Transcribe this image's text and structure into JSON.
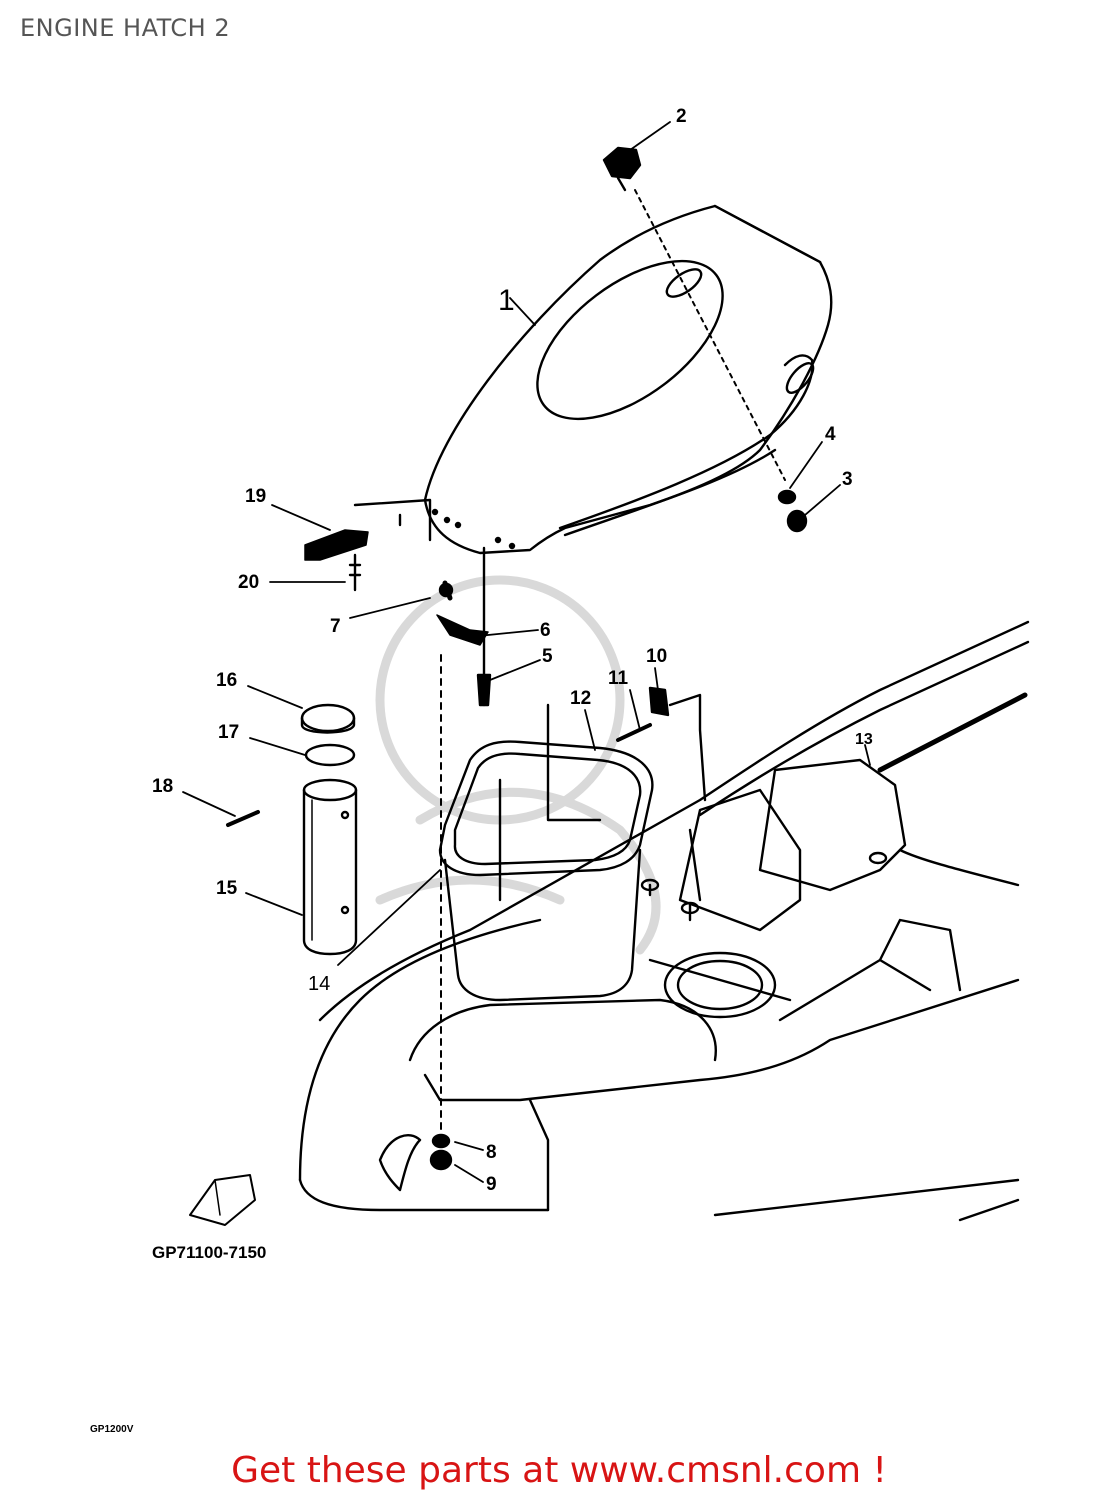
{
  "header": {
    "title": "ENGINE HATCH 2"
  },
  "diagram": {
    "callouts": [
      "1",
      "2",
      "3",
      "4",
      "5",
      "6",
      "7",
      "8",
      "9",
      "10",
      "11",
      "12",
      "13",
      "14",
      "15",
      "16",
      "17",
      "18",
      "19",
      "20"
    ],
    "part_code": "GP71100-7150",
    "model_code": "GP1200V"
  },
  "footer": {
    "link_text": "Get these parts at www.cmsnl.com !"
  },
  "colors": {
    "line": "#000000",
    "title": "#555555",
    "link": "#d81414",
    "watermark": "#d8d8d8"
  }
}
